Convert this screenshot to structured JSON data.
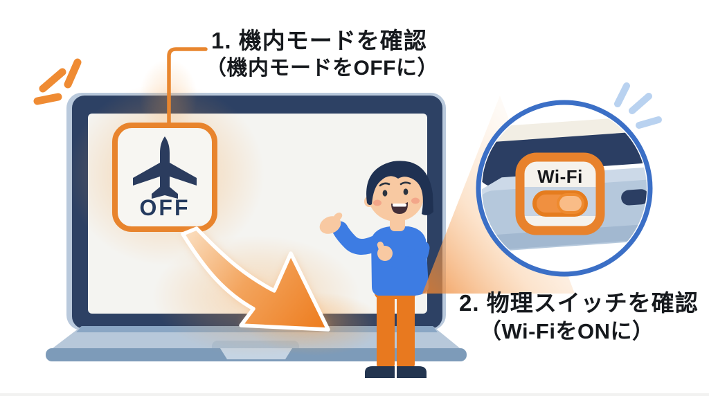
{
  "illustration": {
    "background": "#ffffff",
    "step1": {
      "title": "1. 機内モードを確認",
      "subtitle": "（機内モードをOFFに）"
    },
    "step2": {
      "title": "2. 物理スイッチを確認",
      "subtitle": "（Wi-FiをONに）"
    },
    "airplane_mode_panel": {
      "icon": "airplane-icon",
      "label": "OFF"
    },
    "wifi_callout": {
      "label": "Wi-Fi",
      "switch_state": "on",
      "switch_icon": "toggle-on-icon"
    },
    "decorations": {
      "left_sparkle_icon": "sparkle-icon",
      "right_sparkle_icon": "sparkle-icon",
      "arrow_icon": "curved-arrow-down-right-icon",
      "magnifier": "zoom-callout-circle"
    },
    "palette": {
      "accent_orange": "#ee8227",
      "deep_navy": "#2b3e63",
      "laptop_frame_navy": "#2d4164",
      "laptop_body_blue": "#b7c8da",
      "keyboard_blue": "#8aa6c4",
      "circle_border_blue": "#3b6fc6",
      "sweater_blue": "#3d7ce3",
      "pants_orange": "#e8791f",
      "skin": "#f8c9a2",
      "sparkle_blue": "#b9d2f0",
      "screen_white": "#f4f4f1",
      "text_black": "#16191d",
      "off_text_navy": "#243a5e"
    }
  }
}
